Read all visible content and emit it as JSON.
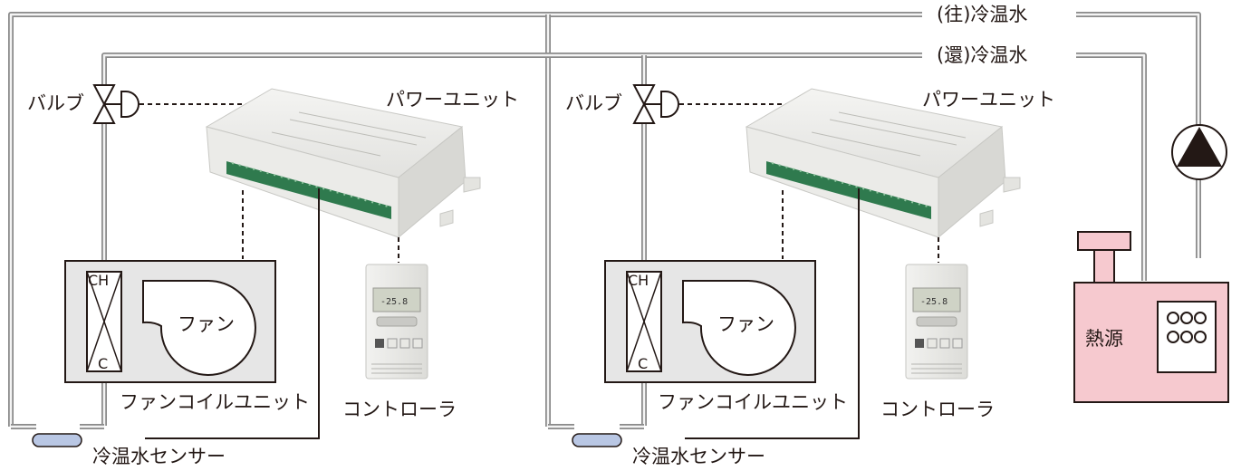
{
  "pipes": {
    "supply_label": "(往)冷温水",
    "return_label": "(還)冷温水"
  },
  "units": [
    {
      "valve_label": "バルブ",
      "power_unit_label": "パワーユニット",
      "coil_top": "CH",
      "coil_bottom": "C",
      "fan_label": "ファン",
      "fcu_label": "ファンコイルユニット",
      "controller_label": "コントローラ",
      "sensor_label": "冷温水センサー"
    },
    {
      "valve_label": "バルブ",
      "power_unit_label": "パワーユニット",
      "coil_top": "CH",
      "coil_bottom": "C",
      "fan_label": "ファン",
      "fcu_label": "ファンコイルユニット",
      "controller_label": "コントローラ",
      "sensor_label": "冷温水センサー"
    }
  ],
  "heat_source": {
    "label": "熱源"
  },
  "colors": {
    "pipe": "#8a8a8a",
    "fcu_fill": "#e6e6e6",
    "heat_source_fill": "#f6c9cf",
    "sensor_fill": "#b9c7e4",
    "terminal_green": "#2f7a4e"
  }
}
